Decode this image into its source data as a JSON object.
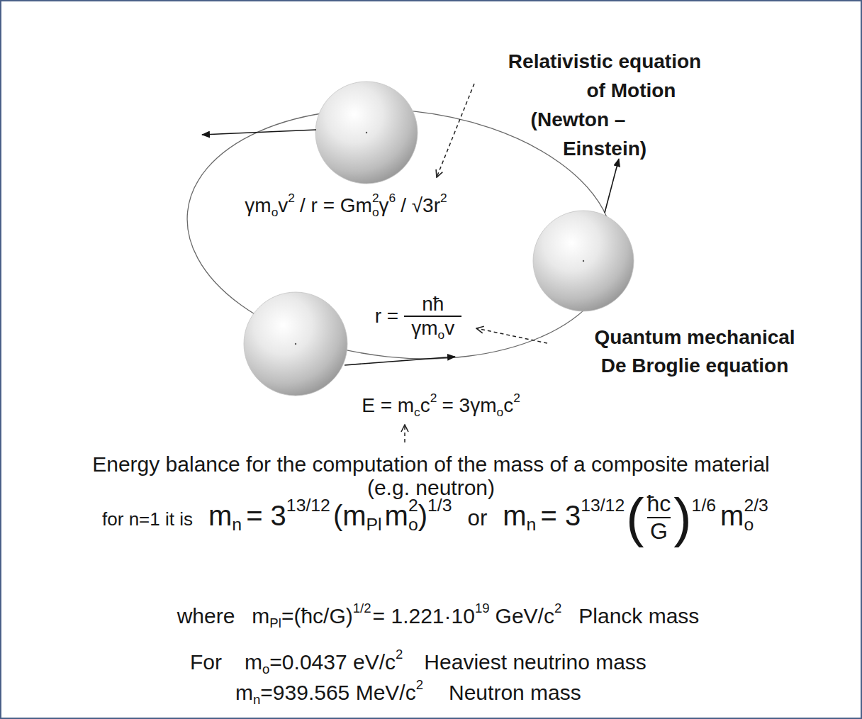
{
  "diagram": {
    "labels": [
      "γm",
      "o",
      "v",
      "2",
      "/ r = Gm",
      "o",
      "2",
      "γ",
      "6",
      "/ √3r",
      "2",
      "r =",
      "nħ",
      "γm",
      "o",
      "v",
      "E = m",
      "c",
      "c",
      "2",
      "= 3γm",
      "o",
      "c",
      "2",
      "Relativistic equation of Motion (Newton – Einstein)",
      "Quantum mechanical De Broglie equation",
      "Energy balance for the computation of the mass of a composite material (e.g. neutron)",
      "for n=1 it is",
      "m",
      "n",
      "= 3",
      "13/12",
      "(m",
      "Pl",
      "m",
      "o",
      "2",
      ")",
      "1/3",
      "or",
      "m",
      "n",
      "= 3",
      "13/12",
      "(",
      "ħc",
      "G",
      ")",
      "1/6",
      "m",
      "o",
      "2/3",
      "where",
      "m",
      "Pl",
      "=(ħc/G)",
      "1/2",
      "= 1.221·10",
      "19",
      "GeV/c",
      "2",
      "Planck mass",
      "For",
      "m",
      "o",
      "=0.0437 eV/c",
      "2",
      "Heaviest neutrino mass",
      "m",
      "n",
      "=939.565 MeV/c",
      "2",
      "Neutron mass"
    ]
  }
}
